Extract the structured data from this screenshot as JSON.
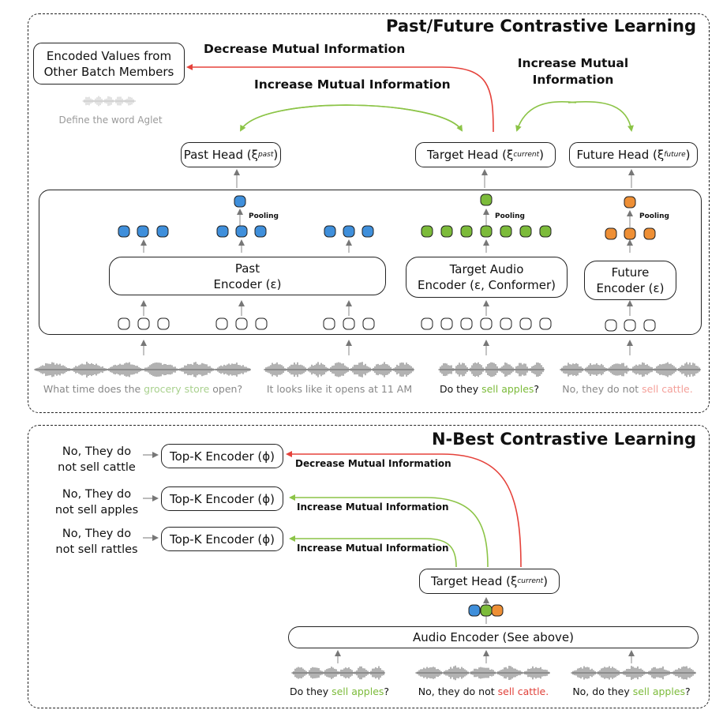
{
  "top_panel": {
    "title": "Past/Future Contrastive Learning",
    "encoded_values_box": "Encoded Values from\nOther Batch Members",
    "negative_example_caption": "Define the word Aglet",
    "decrease_label": "Decrease Mutual Information",
    "increase_label_past": "Increase Mutual Information",
    "increase_label_future": "Increase Mutual\nInformation",
    "heads": {
      "past": {
        "label": "Past Head (ξ",
        "sub": "past",
        "close": ")"
      },
      "target": {
        "label": "Target Head (ξ",
        "sub": "current",
        "close": ")"
      },
      "future": {
        "label": "Future Head (ξ",
        "sub": "future",
        "close": ")"
      }
    },
    "pooling_label": "Pooling",
    "encoders": {
      "past": "Past\nEncoder (ε)",
      "target": "Target Audio\nEncoder (ε, Conformer)",
      "future": "Future\nEncoder (ε)"
    },
    "captions": [
      [
        {
          "text": "What time does the ",
          "style": "gray"
        },
        {
          "text": "grocery store",
          "style": "lgreen"
        },
        {
          "text": " open?",
          "style": "gray"
        }
      ],
      [
        {
          "text": "It looks like it opens at 11 AM",
          "style": "gray"
        }
      ],
      [
        {
          "text": "Do they ",
          "style": "dark"
        },
        {
          "text": "sell apples",
          "style": "green"
        },
        {
          "text": "?",
          "style": "dark"
        }
      ],
      [
        {
          "text": "No, they do not ",
          "style": "gray"
        },
        {
          "text": "sell cattle.",
          "style": "pink"
        }
      ]
    ]
  },
  "bottom_panel": {
    "title": "N-Best Contrastive Learning",
    "hypotheses": [
      "No, They do\nnot sell cattle",
      "No, They do\nnot sell apples",
      "No, They do\nnot sell rattles"
    ],
    "topk_encoder_label": "Top-K Encoder (ϕ)",
    "relations": [
      "Decrease Mutual Information",
      "Increase Mutual Information",
      "Increase Mutual Information"
    ],
    "target_head": {
      "label": "Target Head (ξ",
      "sub": "current",
      "close": ")"
    },
    "audio_encoder": "Audio Encoder (See above)",
    "captions": [
      [
        {
          "text": "Do they ",
          "style": "dark"
        },
        {
          "text": "sell apples",
          "style": "green"
        },
        {
          "text": "?",
          "style": "dark"
        }
      ],
      [
        {
          "text": "No, they do not ",
          "style": "dark"
        },
        {
          "text": "sell cattle.",
          "style": "red"
        }
      ],
      [
        {
          "text": "No, do they ",
          "style": "dark"
        },
        {
          "text": "sell apples",
          "style": "green"
        },
        {
          "text": "?",
          "style": "dark"
        }
      ]
    ]
  },
  "colors": {
    "past": "#3f8fdb",
    "target": "#7cbb3a",
    "future": "#ee8f35",
    "decrease": "#e5423b",
    "increase": "#8cc447"
  }
}
